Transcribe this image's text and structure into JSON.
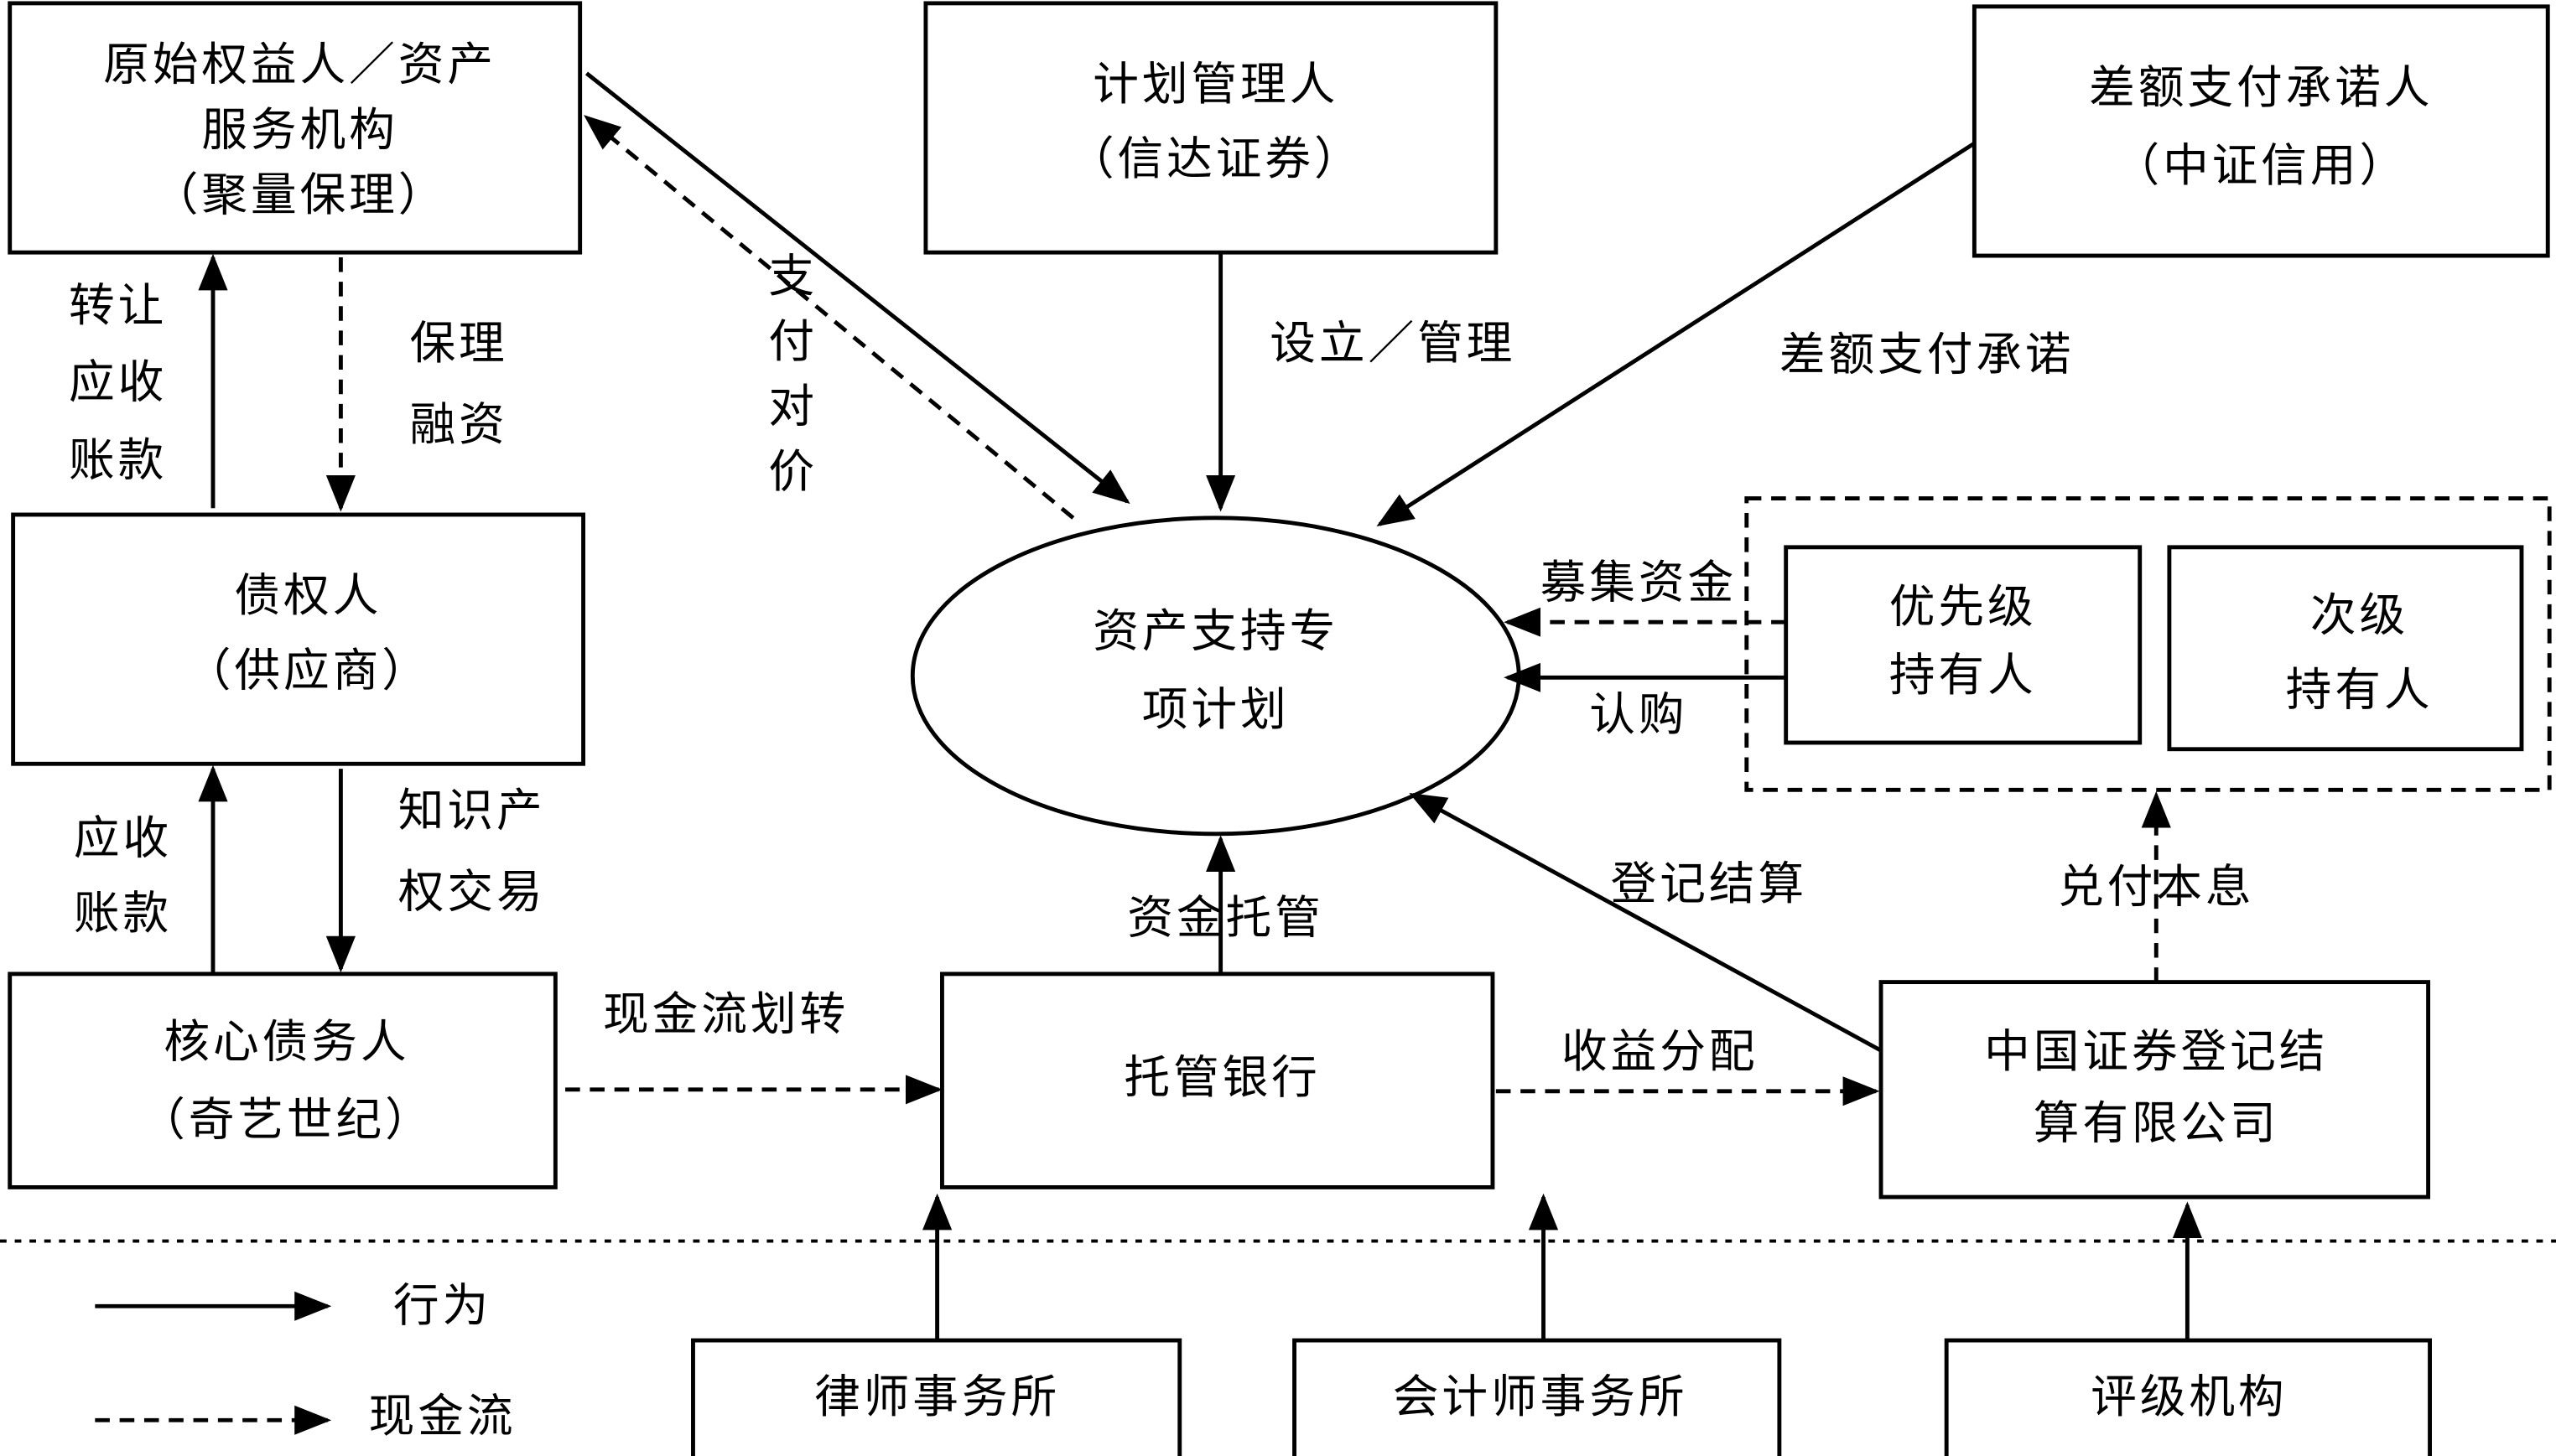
{
  "nodes": {
    "originator": [
      "原始权益人／资产",
      "服务机构",
      "（聚量保理）"
    ],
    "plan_manager": [
      "计划管理人",
      "（信达证券）"
    ],
    "guarantor": [
      "差额支付承诺人",
      "（中证信用）"
    ],
    "creditor": [
      "债权人",
      "（供应商）"
    ],
    "core_debtor": [
      "核心债务人",
      "（奇艺世纪）"
    ],
    "custodian": [
      "托管银行"
    ],
    "csdc": [
      "中国证券登记结",
      "算有限公司"
    ],
    "spv": [
      "资产支持专",
      "项计划"
    ],
    "senior": [
      "优先级",
      "持有人"
    ],
    "junior": [
      "次级",
      "持有人"
    ],
    "law_firm": [
      "律师事务所"
    ],
    "accounting_firm": [
      "会计师事务所"
    ],
    "rating_agency": [
      "评级机构"
    ]
  },
  "edges": {
    "transfer_receivables": [
      "转让",
      "应收",
      "账款"
    ],
    "factoring_finance": [
      "保理",
      "融资"
    ],
    "payment_consideration": [
      "支",
      "付",
      "对",
      "价"
    ],
    "establish_manage": "设立／管理",
    "shortfall_commitment": "差额支付承诺",
    "raise_funds": "募集资金",
    "subscribe": "认购",
    "fund_custody": "资金托管",
    "registration_settlement": "登记结算",
    "redeem": "兑付本息",
    "receivables": [
      "应收",
      "账款"
    ],
    "ip_trade": [
      "知识产",
      "权交易"
    ],
    "cash_transfer": "现金流划转",
    "income_distribution": "收益分配"
  },
  "legend": {
    "solid_label": "行为",
    "dashed_label": "现金流"
  }
}
